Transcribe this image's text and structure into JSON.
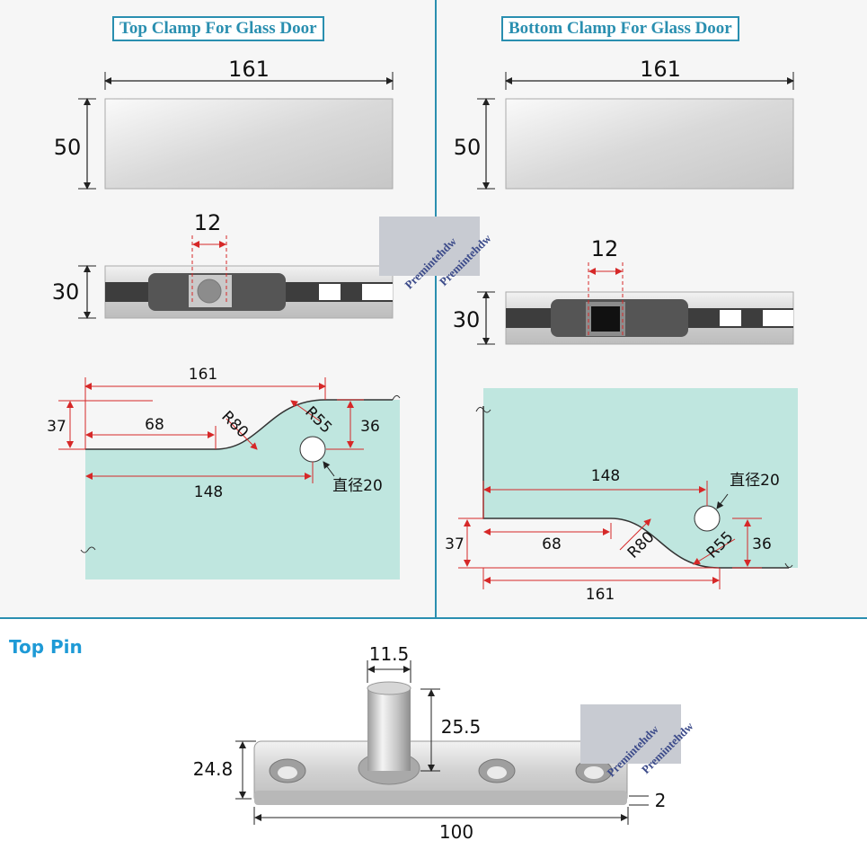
{
  "top_clamp": {
    "title": "Top Clamp For Glass Door",
    "length": "161",
    "height": "50",
    "hole": "12",
    "thickness": "30",
    "cutout": {
      "total": "161",
      "left_h": "37",
      "flat": "68",
      "r1": "R80",
      "r2": "R55",
      "right_h": "36",
      "hole_pos": "148",
      "hole_dia": "直径20"
    }
  },
  "bottom_clamp": {
    "title": "Bottom Clamp For Glass Door",
    "length": "161",
    "height": "50",
    "hole": "12",
    "thickness": "30",
    "cutout": {
      "total": "161",
      "left_h": "37",
      "flat": "68",
      "r1": "R80",
      "r2": "R55",
      "right_h": "36",
      "hole_pos": "148",
      "hole_dia": "直径20"
    }
  },
  "top_pin": {
    "title": "Top Pin",
    "pin_dia": "11.5",
    "pin_height": "25.5",
    "plate_width": "24.8",
    "plate_thickness": "2",
    "plate_length": "100"
  },
  "watermark": "Premintehdw",
  "colors": {
    "dim_line": "#d62828",
    "divider": "#2a8fb0",
    "glass": "#bfe6df",
    "title": "#2a8fb0",
    "label": "#1e9ad6"
  }
}
